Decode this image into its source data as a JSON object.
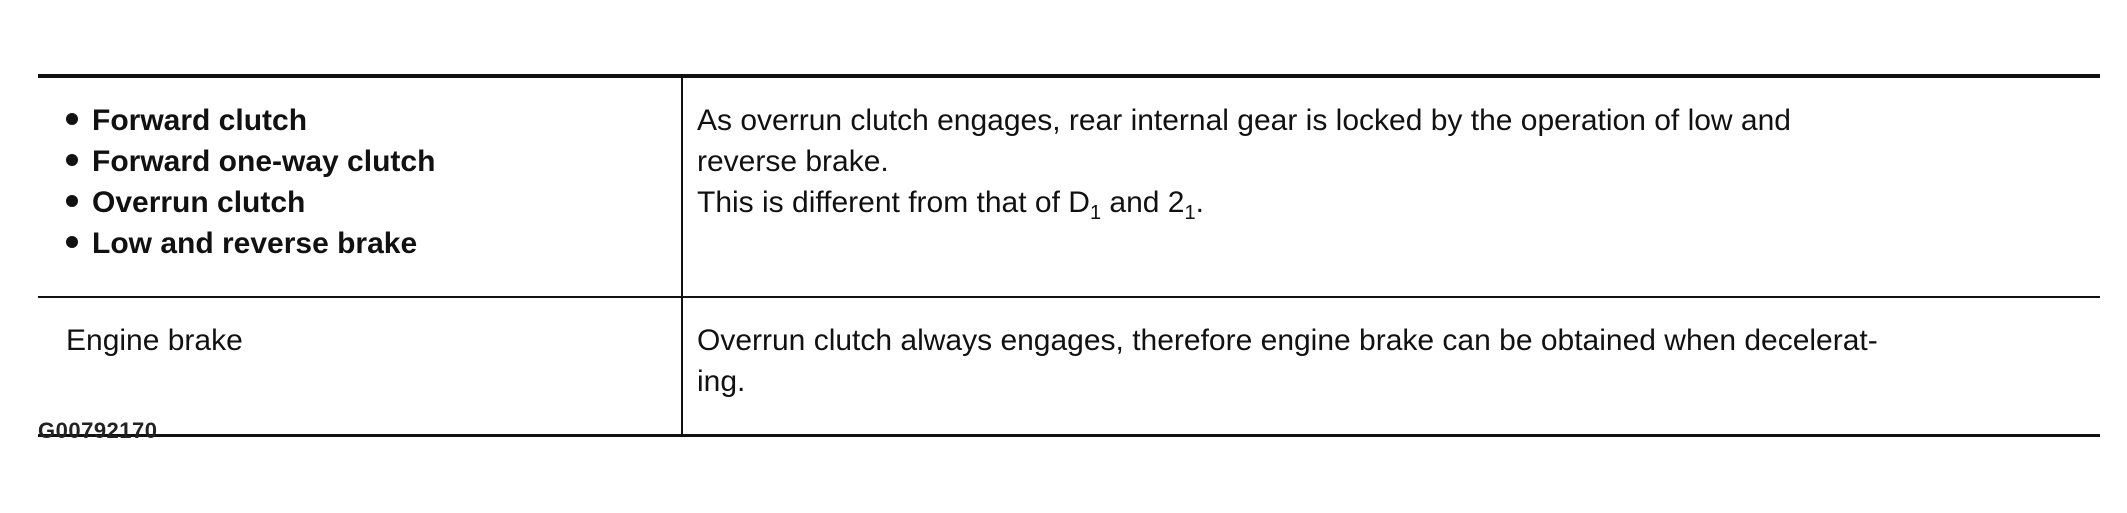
{
  "table": {
    "row1": {
      "items": [
        "Forward clutch",
        "Forward one-way clutch",
        "Overrun clutch",
        "Low and reverse brake"
      ],
      "desc_line1": "As overrun clutch engages, rear internal gear is locked by the operation of low and",
      "desc_line2": "reverse brake.",
      "desc_line3_pre": "This is different from that of D",
      "desc_line3_sub1": "1",
      "desc_line3_mid": " and 2",
      "desc_line3_sub2": "1",
      "desc_line3_post": "."
    },
    "row2": {
      "label": "Engine brake",
      "desc_line1": "Overrun clutch always engages, therefore engine brake can be obtained when decelerat-",
      "desc_line2": "ing."
    }
  },
  "figure_id": "G00792170"
}
